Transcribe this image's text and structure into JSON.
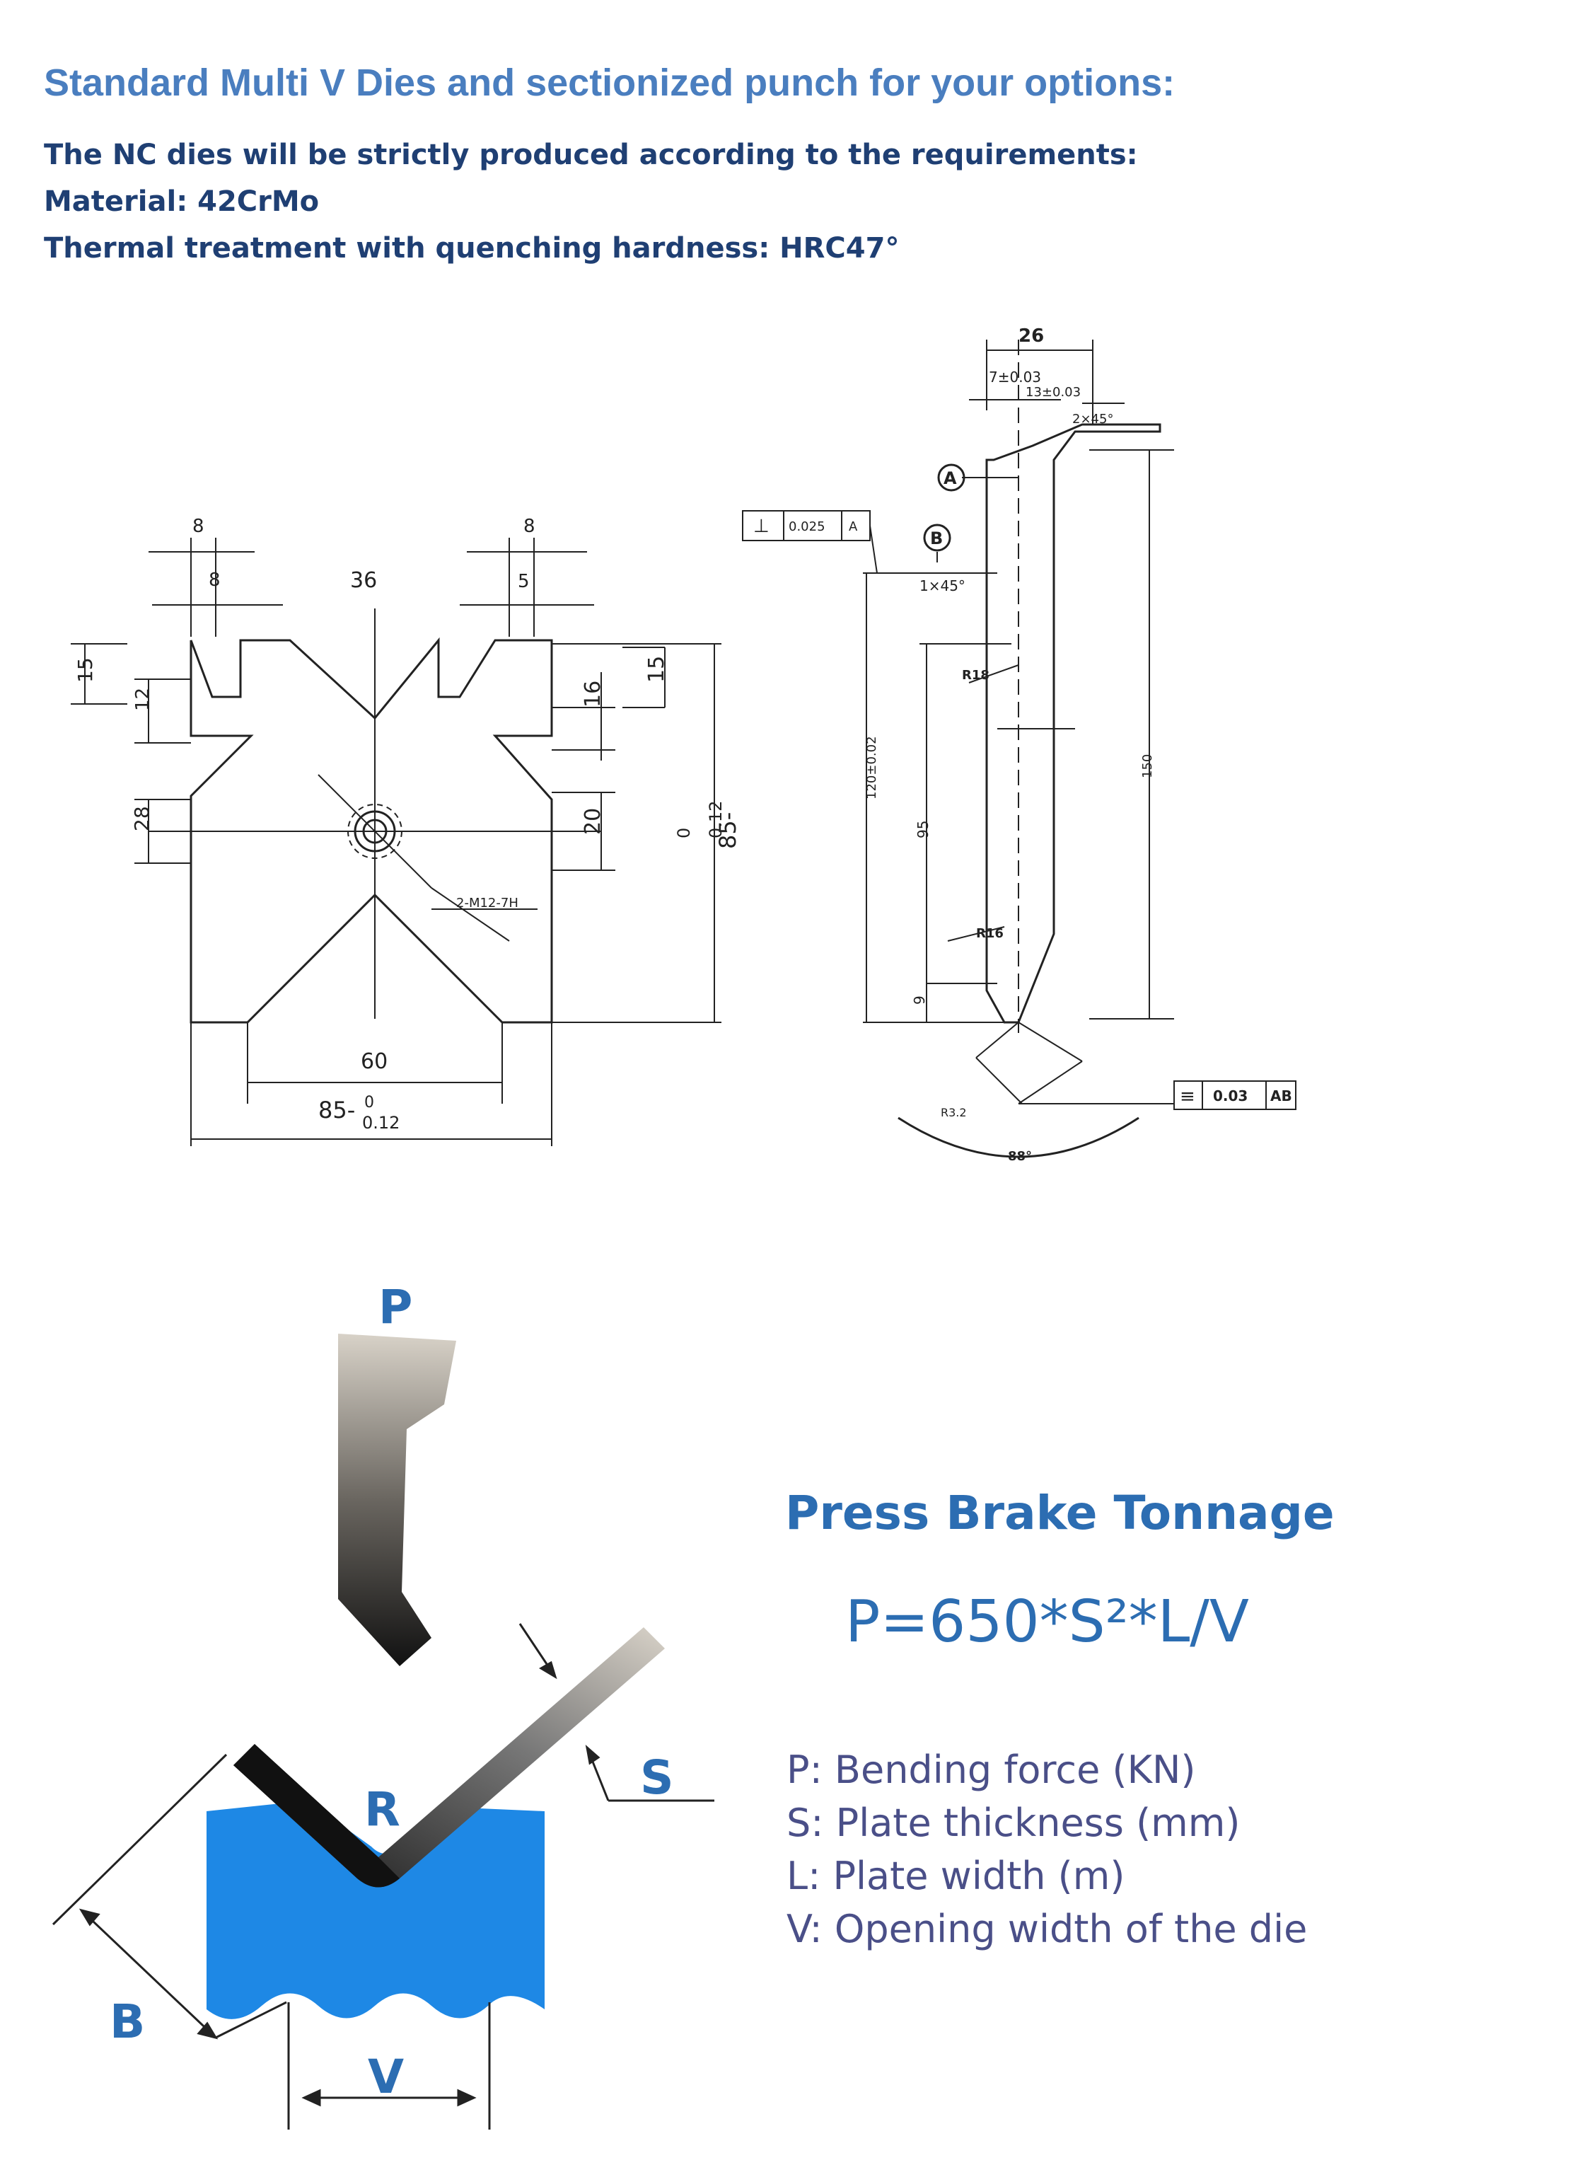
{
  "header": {
    "title": "Standard Multi V Dies and sectionized punch for your options:",
    "requirements": [
      "The NC dies will be strictly produced according to the requirements:",
      "Material: 42CrMo",
      "Thermal treatment with quenching hardness: HRC47°"
    ]
  },
  "die_drawing": {
    "dims": {
      "d8a": "8",
      "d8b": "8",
      "d8c": "8",
      "d36": "36",
      "d5": "5",
      "d15a": "15",
      "d12": "12",
      "d16": "16",
      "d15b": "15",
      "d28": "28",
      "d20": "20",
      "d85v": "85-",
      "d85v_tol": "0",
      "d85v_tol2": "0.12",
      "thread": "2-M12-7H",
      "d60": "60",
      "d85h": "85-",
      "d85h_tol": "0",
      "d85h_tol2": "0.12"
    }
  },
  "punch_drawing": {
    "dims": {
      "d26": "26",
      "d7": "7±0.03",
      "d13": "13±0.03",
      "chamfer2": "2×45°",
      "datumA": "A",
      "datumB": "B",
      "perp_tol": "0.025",
      "perp_ref": "A",
      "chamfer1": "1×45°",
      "r18": "R18",
      "h120": "120±0.02",
      "h95": "95",
      "h150": "150",
      "r16": "R16",
      "h9": "9",
      "angle": "88°",
      "r32": "R3.2",
      "sym_tol": "0.03",
      "sym_ref": "AB"
    }
  },
  "bending": {
    "labels": {
      "p": "P",
      "r": "R",
      "s": "S",
      "b": "B",
      "v": "V"
    },
    "colors": {
      "die": "#1e88e5",
      "plate": "#111111"
    }
  },
  "tonnage": {
    "title": "Press Brake Tonnage",
    "formula": "P=650*S²*L/V",
    "legend": [
      "P: Bending force (KN)",
      "S: Plate thickness (mm)",
      "L: Plate width (m)",
      "V: Opening width of the die"
    ]
  }
}
